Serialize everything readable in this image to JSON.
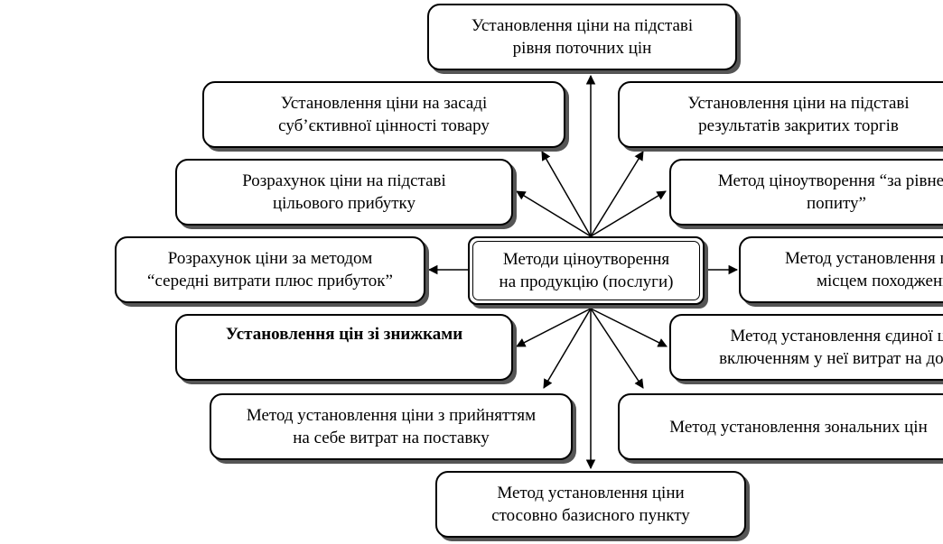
{
  "center": {
    "lines": [
      "Методи ціноутворення",
      "на продукцію  (послуги)"
    ]
  },
  "nodes": {
    "top": {
      "lines": [
        "Установлення  ціни на підставі",
        "рівня поточних цін"
      ]
    },
    "subjective": {
      "lines": [
        "Установлення  ціни на засаді",
        "суб’єктивної  цінності товару"
      ]
    },
    "closed_bids": {
      "lines": [
        "Установлення  ціни на підставі",
        "результатів  закритих  торгів"
      ]
    },
    "target_profit": {
      "lines": [
        "Розрахунок  ціни на підставі",
        "цільового прибутку"
      ]
    },
    "demand_level": {
      "lines": [
        "Метод  ціноутворення  “за рівнем",
        "попиту”"
      ]
    },
    "cost_plus": {
      "lines": [
        "Розрахунок  ціни за методом",
        "“середні  витрати  плюс  прибуток”"
      ]
    },
    "origin": {
      "lines": [
        "Метод  установлення  ціни за",
        "місцем  походження"
      ]
    },
    "discounts": {
      "lines": [
        "Установлення  цін  зі  знижками"
      ]
    },
    "uniform": {
      "lines": [
        "Метод  установлення  єдиної ціни з",
        "включенням  у  неї  витрат  на  доставку"
      ]
    },
    "delivery_costs": {
      "lines": [
        "Метод установлення  ціни з прийняттям",
        "на себе витрат на поставку"
      ]
    },
    "zonal": {
      "lines": [
        "Метод  установлення  зональних  цін"
      ]
    },
    "basing_point": {
      "lines": [
        "Метод  установлення  ціни",
        "стосовно  базисного  пункту"
      ]
    }
  }
}
